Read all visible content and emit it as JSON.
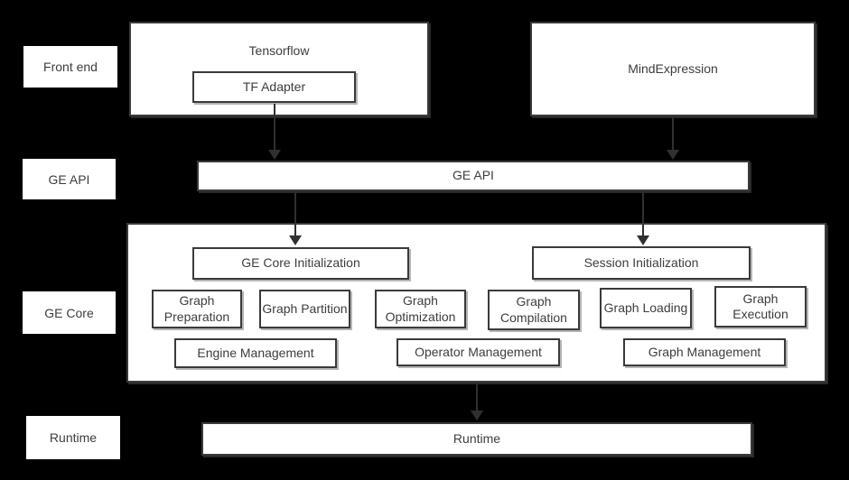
{
  "colors": {
    "background": "#000000",
    "box_fill": "#ffffff",
    "border": "#3a3a3a",
    "text": "#3d3d3d",
    "arrow": "#303030"
  },
  "side_labels": {
    "front_end": "Front end",
    "ge_api": "GE API",
    "ge_core": "GE Core",
    "runtime": "Runtime"
  },
  "front_end": {
    "tensorflow": "Tensorflow",
    "tf_adapter": "TF Adapter",
    "mindexpression": "MindExpression"
  },
  "api": {
    "ge_api": "GE API"
  },
  "core": {
    "ge_core_initialization": "GE Core Initialization",
    "session_initialization": "Session Initialization",
    "graph_preparation": "Graph Preparation",
    "graph_partition": "Graph Partition",
    "graph_optimization": "Graph Optimization",
    "graph_compilation": "Graph Compilation",
    "graph_loading": "Graph Loading",
    "graph_execution": "Graph Execution",
    "engine_management": "Engine Management",
    "operator_management": "Operator Management",
    "graph_management": "Graph Management"
  },
  "runtime_layer": {
    "runtime": "Runtime"
  }
}
